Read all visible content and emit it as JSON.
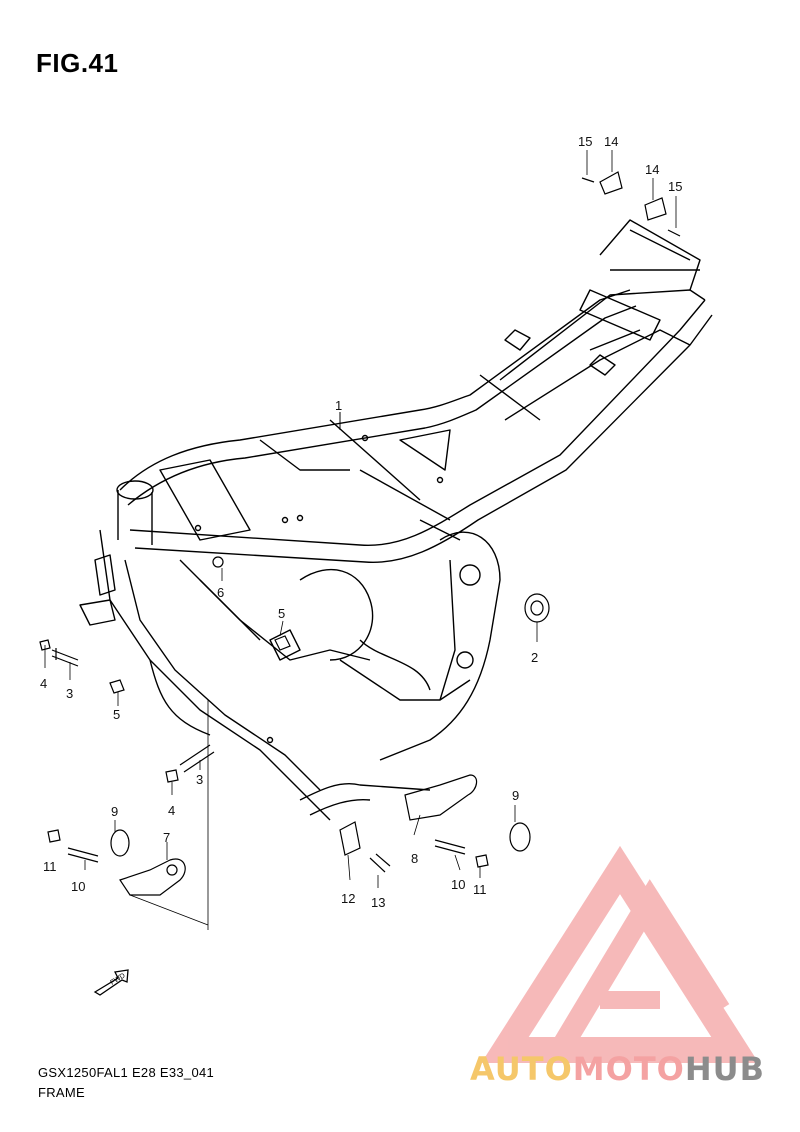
{
  "figure": {
    "title": "FIG.41",
    "model_code": "GSX1250FAL1 E28 E33_041",
    "section_name": "FRAME"
  },
  "callouts": {
    "c1": "1",
    "c2": "2",
    "c3a": "3",
    "c3b": "3",
    "c4a": "4",
    "c4b": "4",
    "c5a": "5",
    "c5b": "5",
    "c6": "6",
    "c7": "7",
    "c8": "8",
    "c9a": "9",
    "c9b": "9",
    "c10a": "10",
    "c10b": "10",
    "c11a": "11",
    "c11b": "11",
    "c12": "12",
    "c13": "13",
    "c14a": "14",
    "c14b": "14",
    "c15a": "15",
    "c15b": "15"
  },
  "fwd_arrow_label": "FWD",
  "watermark": {
    "part1": "AUTO",
    "part2": "MOTO",
    "part3": "HUB",
    "colors": {
      "yellow": "#f5c76a",
      "pink": "#f4a2a2",
      "grey": "#8c8c8c",
      "triangle": "#f08080"
    }
  }
}
